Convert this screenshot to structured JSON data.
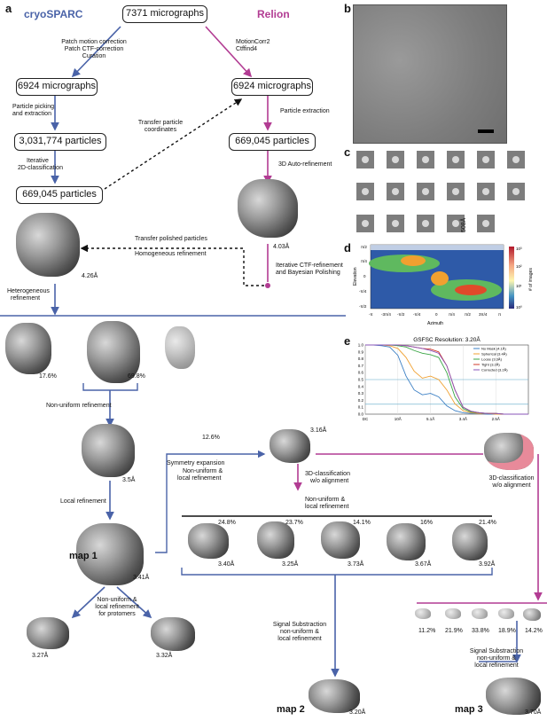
{
  "panels": {
    "a": "a",
    "b": "b",
    "c": "c",
    "d": "d",
    "e": "e"
  },
  "headers": {
    "cryosparc": "cryoSPARC",
    "relion": "Relion"
  },
  "boxes": {
    "micrographs_total": "7371 micrographs",
    "cs_micrographs": "6924 micrographs",
    "rel_micrographs": "6924 micrographs",
    "cs_particles": "3,031,774 particles",
    "cs_particles_2": "669,045 particles",
    "rel_particles": "669,045 particles"
  },
  "steps": {
    "patch_motion": "Patch motion correction",
    "patch_ctf": "Patch CTF-correction",
    "curation": "Curation",
    "motioncorr": "MotionCorr2",
    "ctffind": "Ctffind4",
    "particle_picking": "Particle picking",
    "and_extraction": "and extraction",
    "transfer_coords_1": "Transfer particle",
    "transfer_coords_2": "coordinates",
    "particle_extraction": "Particle extraction",
    "iterative": "Iterative",
    "classification_2d": "2D-classification",
    "auto_refine": "3D Auto-refinement",
    "transfer_polished": "Transfer polished particles",
    "homogeneous": "Homogeneous refinement",
    "iterative_ctf": "Iterative  CTF-refinement",
    "bayesian": "and Bayesian Polishing",
    "heterogeneous_1": "Heterogeneous",
    "heterogeneous_2": "refinement",
    "nonuniform": "Non-uniform refinement",
    "local": "Local refinement",
    "symmetry": "Symmetry expansion",
    "nu_local_1": "Non-uniform &",
    "nu_local_2": "local refinement",
    "class3d_1": "3D-classification",
    "class3d_2": "w/o alignment",
    "nu_local_b1": "Non-uniform &",
    "nu_local_b2": "local refinement",
    "protomer_1": "Non-uniform &",
    "protomer_2": "local refinement",
    "protomer_3": "for protomers",
    "signal_1": "Signal Substraction",
    "signal_2": "non-uniform &",
    "signal_3": "local refinement",
    "class3d_r1": "3D-classification",
    "class3d_r2": "w/o alignment",
    "signal_r1": "Signal Substraction",
    "signal_r2": "non-uniform &",
    "signal_r3": "local refinement",
    "nu_local_c1": "Non-uniform &",
    "nu_local_c2": "local refinement"
  },
  "resolutions": {
    "r426": "4.26Å",
    "r403": "4.03Å",
    "r35": "3.5Å",
    "r341": "3.41Å",
    "r316": "3.16Å",
    "r327": "3.27Å",
    "r332": "3.32Å",
    "r340": "3.40Å",
    "r325": "3.25Å",
    "r373": "3.73Å",
    "r367": "3.67Å",
    "r392": "3.92Å",
    "r320": "3.20Å",
    "r370": "3.70Å"
  },
  "percentages": {
    "p176": "17.6%",
    "p698": "69.8%",
    "p126": "12.6%",
    "p248": "24.8%",
    "p237": "23.7%",
    "p141": "14.1%",
    "p16": "16%",
    "p214": "21.4%",
    "p112": "11.2%",
    "p219": "21.9%",
    "p338": "33.8%",
    "p189": "18.9%",
    "p142": "14.2%"
  },
  "maps": {
    "map1": "map 1",
    "map2": "map 2",
    "map3": "map 3"
  },
  "scale_label": "508Å",
  "polar": {
    "ylabel": "Elevation",
    "xlabel": "Azimuth",
    "cbar_label": "# of images",
    "yticks": [
      "π/2",
      "π/4",
      "0",
      "-π/4",
      "-π/2"
    ],
    "xticks": [
      "-π",
      "-3π/4",
      "-π/2",
      "-π/4",
      "0",
      "π/4",
      "π/2",
      "3π/4",
      "π"
    ],
    "cticks": [
      "10³",
      "10²",
      "10¹",
      "10⁰"
    ]
  },
  "colors": {
    "blue": "#4a63a8",
    "magenta": "#b23c93"
  },
  "chart_data": {
    "type": "line",
    "title": "GSFSC Resolution: 3.20Å",
    "xlabel": "",
    "ylabel": "",
    "ylim": [
      0,
      1.0
    ],
    "yticks": [
      "1.0",
      "0.9",
      "0.8",
      "0.7",
      "0.6",
      "0.5",
      "0.4",
      "0.3",
      "0.2",
      "0.1",
      "0.0"
    ],
    "x_tick_labels": [
      "DC",
      "10Å",
      "5.1Å",
      "3.4Å",
      "2.5Å"
    ],
    "x": [
      0,
      0.05,
      0.1,
      0.15,
      0.2,
      0.25,
      0.3,
      0.35,
      0.4,
      0.45,
      0.5,
      0.55,
      0.6,
      0.65,
      0.7,
      0.75,
      0.8,
      0.85,
      0.9,
      0.95,
      1.0
    ],
    "series": [
      {
        "name": "No Mask (4.1Å)",
        "color": "#3b7fc4",
        "values": [
          1,
          1,
          0.99,
          0.97,
          0.85,
          0.55,
          0.35,
          0.28,
          0.3,
          0.25,
          0.12,
          0.05,
          0.02,
          0.01,
          0.01,
          0,
          0,
          0,
          0,
          0,
          0
        ]
      },
      {
        "name": "Spherical (3.4Å)",
        "color": "#f0a030",
        "values": [
          1,
          1,
          1,
          0.99,
          0.95,
          0.82,
          0.62,
          0.52,
          0.55,
          0.5,
          0.35,
          0.15,
          0.05,
          0.02,
          0.01,
          0.01,
          0,
          0,
          0,
          0,
          0
        ]
      },
      {
        "name": "Loose (3.3Å)",
        "color": "#3aa646",
        "values": [
          1,
          1,
          1,
          1,
          0.99,
          0.97,
          0.92,
          0.88,
          0.86,
          0.82,
          0.6,
          0.25,
          0.08,
          0.03,
          0.02,
          0.01,
          0.01,
          0,
          0,
          0,
          0
        ]
      },
      {
        "name": "Tight (3.2Å)",
        "color": "#d23a2a",
        "values": [
          1,
          1,
          1,
          1,
          1,
          0.99,
          0.97,
          0.95,
          0.94,
          0.9,
          0.7,
          0.35,
          0.1,
          0.04,
          0.02,
          0.01,
          0.01,
          0,
          0,
          0,
          0
        ]
      },
      {
        "name": "Corrected (3.2Å)",
        "color": "#8a55b8",
        "values": [
          1,
          1,
          1,
          1,
          1,
          0.99,
          0.97,
          0.95,
          0.92,
          0.88,
          0.7,
          0.35,
          0.1,
          0.04,
          0.02,
          0.01,
          0.01,
          0,
          0,
          0,
          0
        ]
      }
    ],
    "thresholds": [
      0.143,
      0.5
    ]
  }
}
